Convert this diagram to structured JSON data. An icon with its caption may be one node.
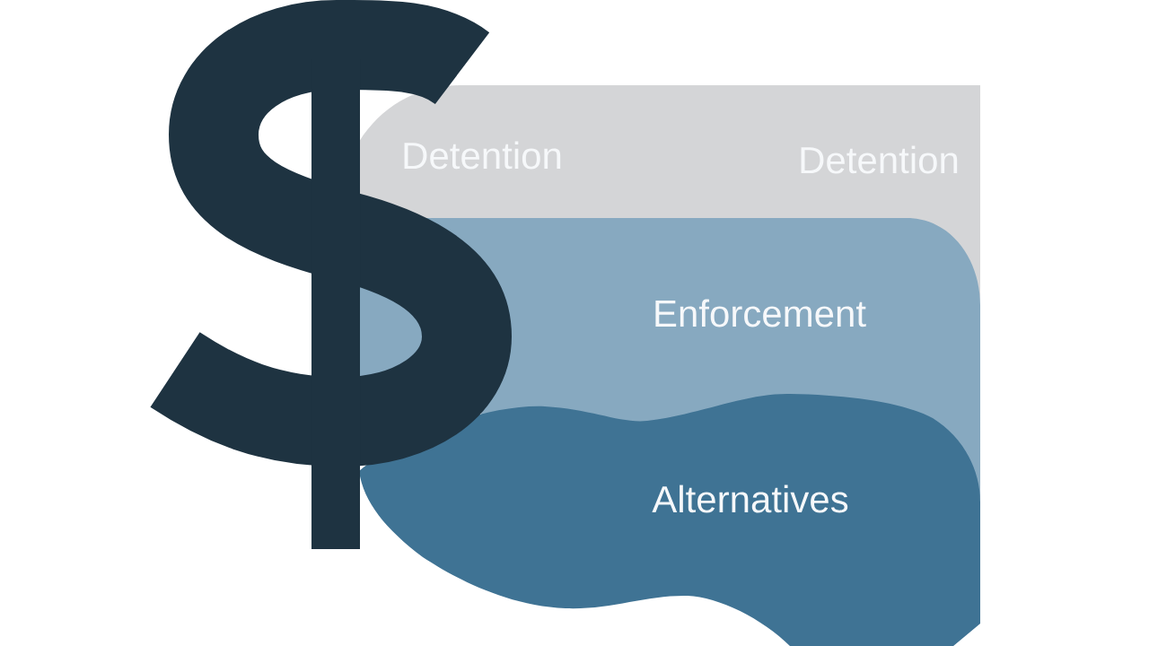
{
  "diagram": {
    "nodes": [
      {
        "text": [
          "Detention",
          "Detention"
        ]
      },
      {
        "text": [
          "Enforcement"
        ]
      },
      {
        "text": [
          "Alternatives"
        ]
      }
    ]
  }
}
